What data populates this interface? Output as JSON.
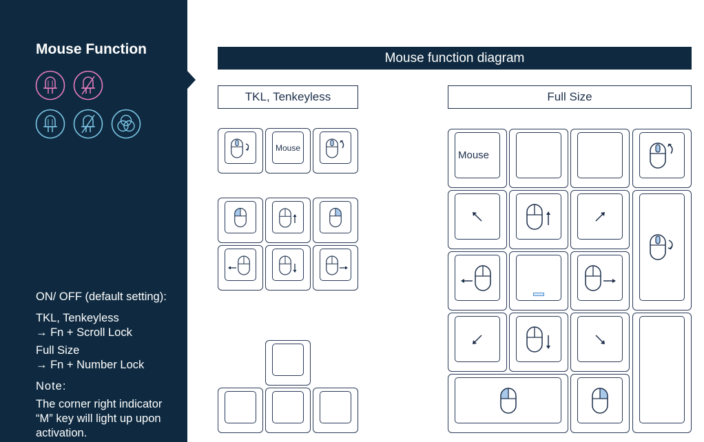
{
  "sidebar": {
    "title": "Mouse Function",
    "icons": [
      "led-on-icon",
      "led-off-icon",
      "led-on-icon",
      "led-off-icon",
      "rgb-icon"
    ],
    "onoff_heading": "ON/ OFF (default setting):",
    "tkl_label": "TKL, Tenkeyless",
    "tkl_shortcut": "→ Fn + Scroll Lock",
    "full_label": "Full Size",
    "full_shortcut": "→ Fn + Number Lock",
    "note_heading": "Note:",
    "note_line1": "The corner right indicator",
    "note_line2": "“M” key will light up upon",
    "note_line3": "activation."
  },
  "header": {
    "title": "Mouse function diagram"
  },
  "tkl": {
    "title": "TKL, Tenkeyless",
    "mouse_key_label": "Mouse"
  },
  "full": {
    "title": "Full Size",
    "mouse_key_label": "Mouse"
  },
  "colors": {
    "navy": "#0f2a40",
    "outline": "#2a3a58",
    "button_highlight": "#a9c9ea",
    "icon_pink": "#e87cc3",
    "icon_cyan": "#7cc6e6"
  }
}
